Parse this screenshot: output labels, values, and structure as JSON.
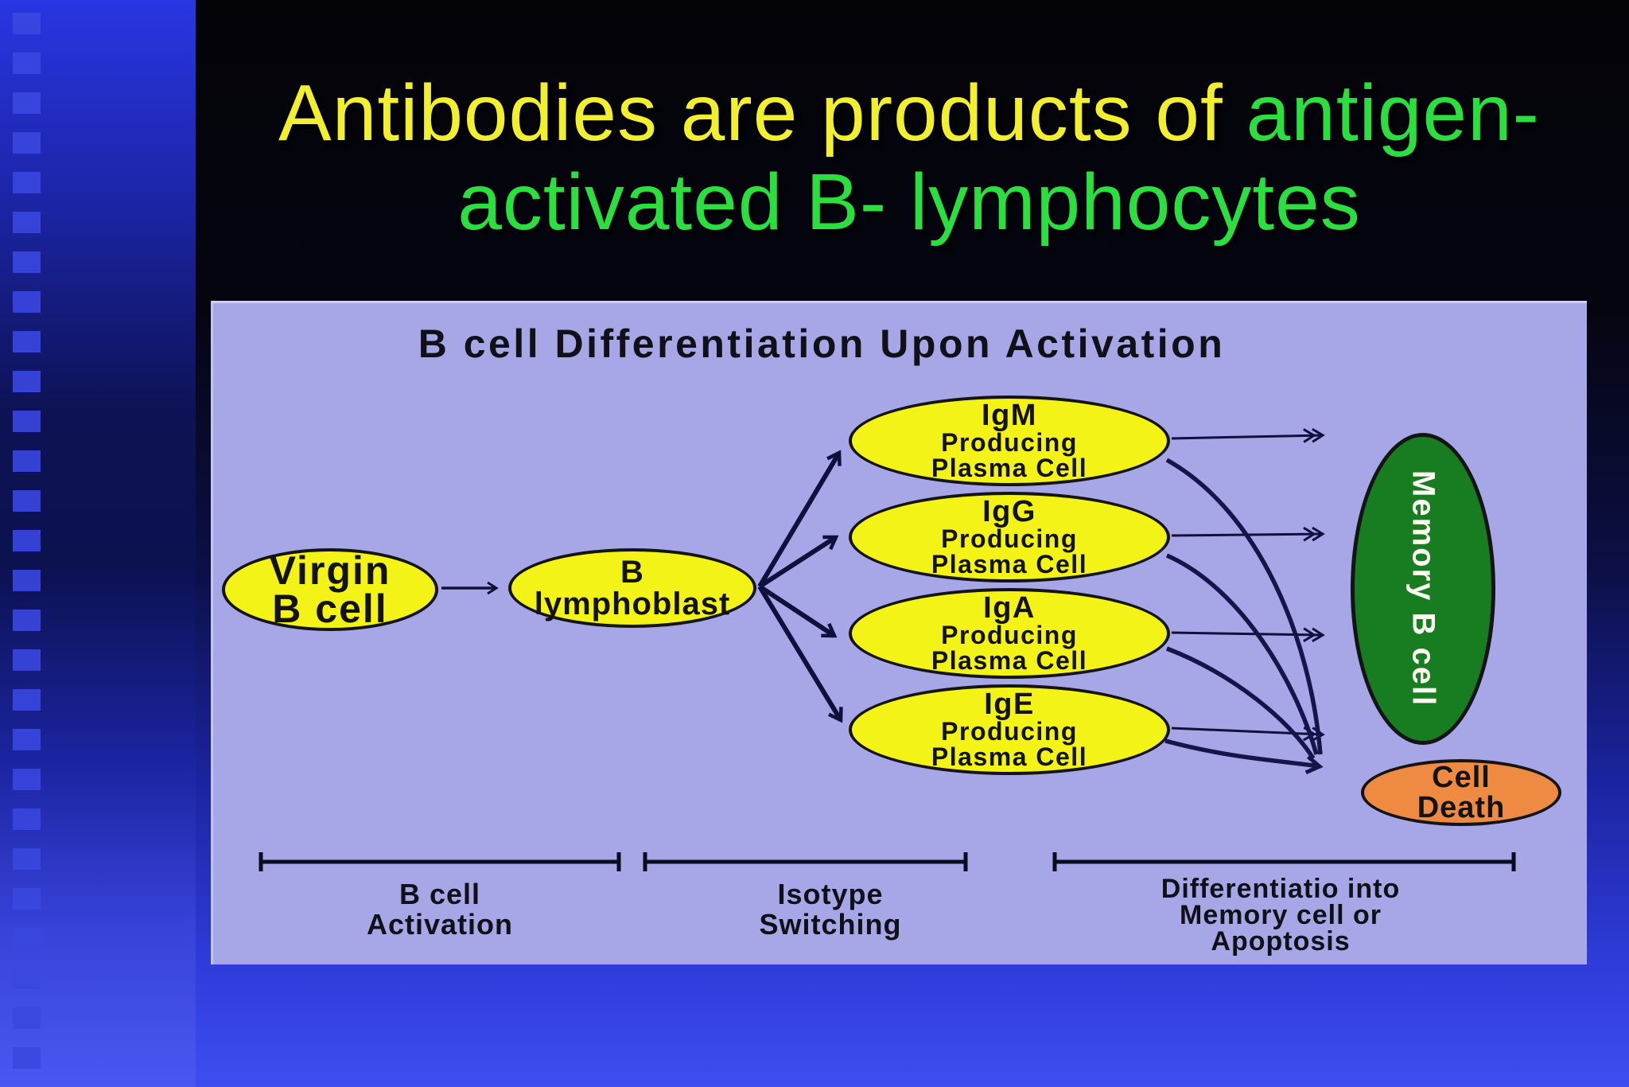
{
  "slide_title": {
    "text_yellow": "Antibodies are products of ",
    "text_green_line1": "antigen-",
    "text_green_line2": "activated B- lymphocytes",
    "yellow_color": "#f2ef2e",
    "green_color": "#2bdf3e"
  },
  "diagram": {
    "title": "B cell Differentiation Upon Activation",
    "panel_bg": "#a7a7e8",
    "node_fill_yellow": "#f3f318",
    "virgin_b_cell": {
      "line1": "Virgin",
      "line2": "B cell"
    },
    "b_lymphoblast": {
      "line1": "B",
      "line2": "lymphoblast"
    },
    "plasma_cells": [
      {
        "isotype": "IgM",
        "line2": "Producing",
        "line3": "Plasma Cell"
      },
      {
        "isotype": "IgG",
        "line2": "Producing",
        "line3": "Plasma Cell"
      },
      {
        "isotype": "IgA",
        "line2": "Producing",
        "line3": "Plasma Cell"
      },
      {
        "isotype": "IgE",
        "line2": "Producing",
        "line3": "Plasma Cell"
      }
    ],
    "memory_b_cell": {
      "label": "Memory B cell",
      "fill": "#187d20"
    },
    "cell_death": {
      "line1": "Cell",
      "line2": "Death",
      "fill": "#ef8a42"
    },
    "phases": [
      {
        "lines": [
          "B cell",
          "Activation"
        ]
      },
      {
        "lines": [
          "Isotype",
          "Switching"
        ]
      },
      {
        "lines": [
          "Differentiatio into",
          "Memory cell or",
          "Apoptosis"
        ]
      }
    ]
  }
}
